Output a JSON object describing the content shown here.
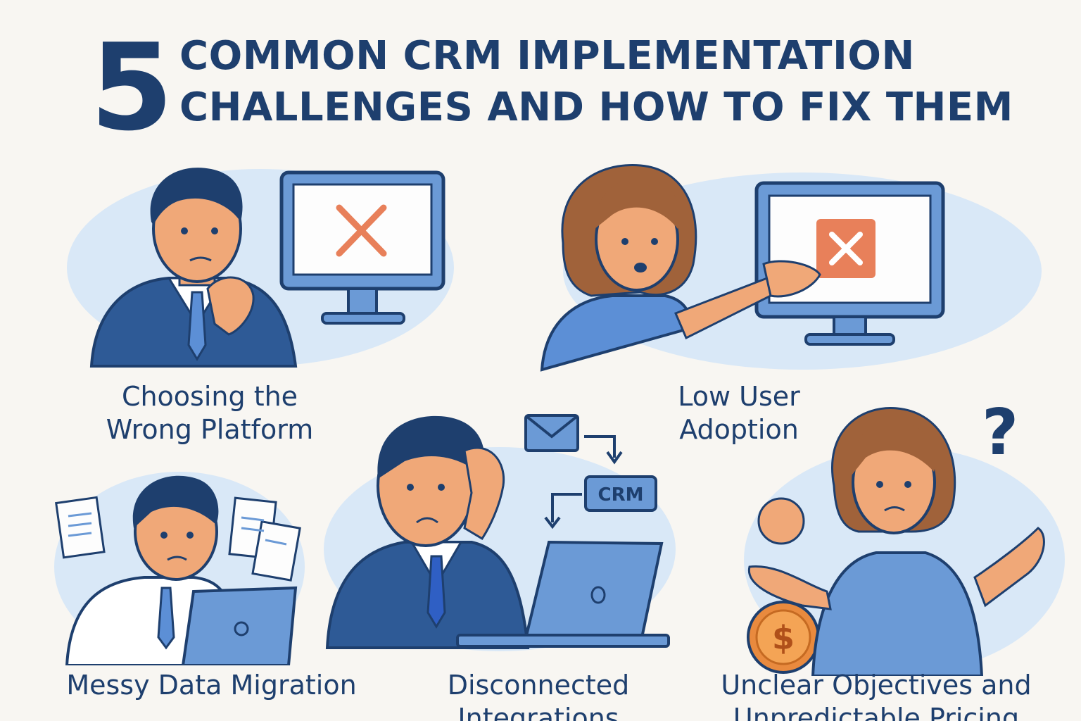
{
  "title": {
    "number": "5",
    "line1": "COMMON CRM IMPLEMENTATION",
    "line2": "CHALLENGES AND HOW TO FIX THEM"
  },
  "challenges": [
    {
      "line1": "Choosing the",
      "line2": "Wrong Platform"
    },
    {
      "line1": "Low User",
      "line2": "Adoption"
    },
    {
      "line1": "Messy Data Migration"
    },
    {
      "line1": "Disconnected",
      "line2": "Integrations"
    },
    {
      "line1": "Unclear Objectives and",
      "line2": "Unpredictable Pricing"
    }
  ],
  "crm_badge": "CRM",
  "question_mark": "?",
  "coin_symbol": "$",
  "colors": {
    "navy": "#1e3f6e",
    "light_blue": "#d9e8f7",
    "mid_blue": "#6b9ad6",
    "skin": "#f0a878",
    "error_orange": "#e8805a",
    "background": "#f8f6f2"
  },
  "icons": [
    "x-mark-icon",
    "envelope-icon",
    "arrow-icon",
    "laptop-icon",
    "document-icon",
    "coin-icon",
    "question-icon"
  ]
}
